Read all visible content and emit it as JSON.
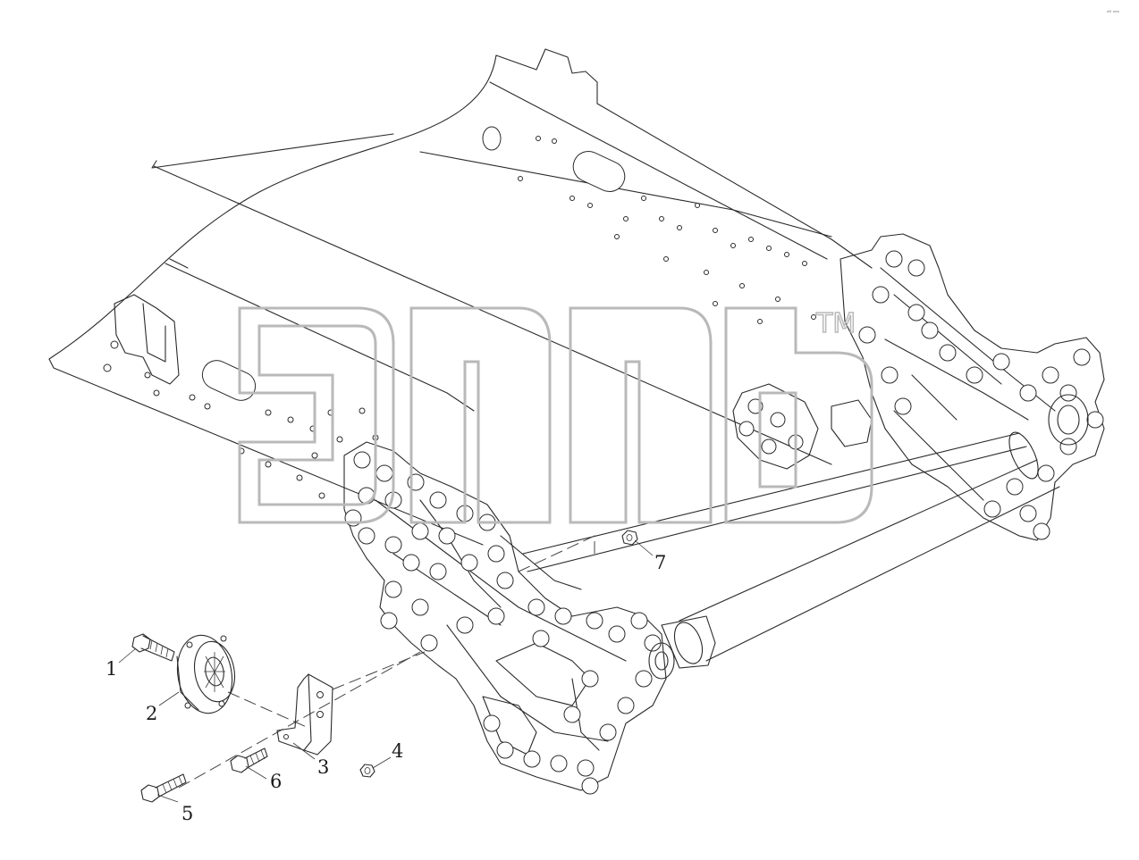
{
  "callouts": [
    {
      "id": "1",
      "label": "1"
    },
    {
      "id": "2",
      "label": "2"
    },
    {
      "id": "3",
      "label": "3"
    },
    {
      "id": "4",
      "label": "4"
    },
    {
      "id": "5",
      "label": "5"
    },
    {
      "id": "6",
      "label": "6"
    },
    {
      "id": "7",
      "label": "7"
    }
  ],
  "watermark": {
    "trademark": "TM"
  },
  "corner_mark": {
    "text": "ᵃᴮ ᵃᵃᵃ"
  }
}
